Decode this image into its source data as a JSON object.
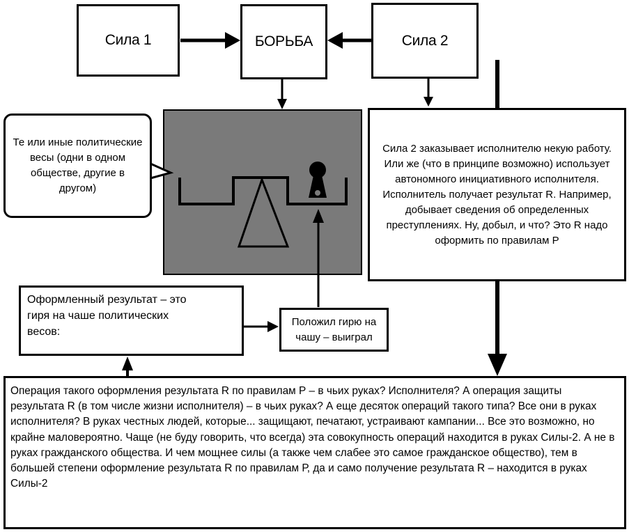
{
  "boxes": {
    "force1": "Сила 1",
    "struggle": "БОРЬБА",
    "force2": "Сила 2"
  },
  "callout_scales": "Те или иные политические весы (одни в одном обществе, другие в другом)",
  "force2_description": "Сила 2 заказывает исполнителю некую работу. Или же (что в принципе возможно) использует автономного инициативного исполнителя. Исполнитель получает результат R. Например, добывает сведения об определенных преступлениях. Ну, добыл, и что? Это R надо оформить по правилам Р",
  "result_box": "Оформленный результат – это гиря на чаше политических весов:",
  "weight_box": "Положил гирю на чашу – выиграл",
  "bottom_text": "Операция такого оформления результата R по правилам Р – в чьих руках? Исполнителя? А операция защиты результата R (в том числе жизни исполнителя) – в чьих руках? А еще десяток операций такого типа? Все они в руках исполнителя? В руках честных людей, которые... защищают, печатают, устраивают кампании... Все это возможно, но крайне маловероятно. Чаще (не буду говорить, что всегда) эта совокупность операций находится в руках Силы-2. А не в руках гражданского общества. И чем мощнее силы (а также чем слабее это самое гражданское общество), тем в большей степени оформление результата R по правилам Р, да и само получение результата R – находится в руках Силы-2",
  "colors": {
    "scale_panel": "#7a7a7a",
    "line": "#000000"
  }
}
